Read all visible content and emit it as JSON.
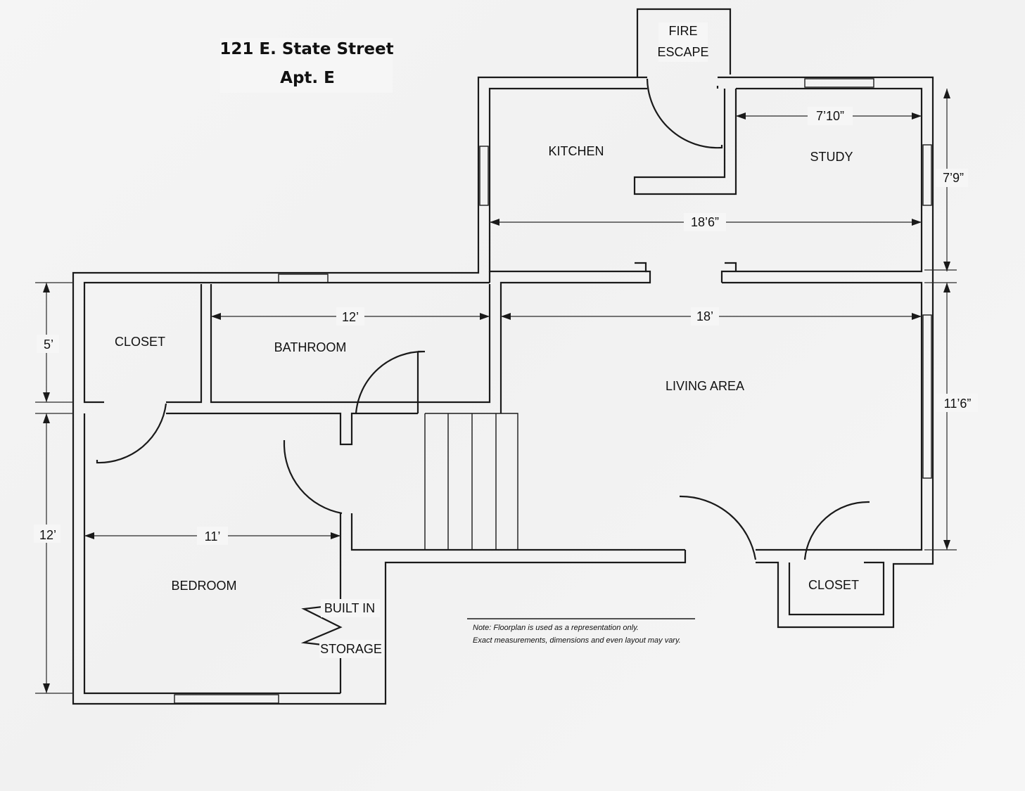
{
  "title": {
    "line1": "121 E. State Street",
    "line2": "Apt. E"
  },
  "rooms": {
    "fire_escape_1": "FIRE",
    "fire_escape_2": "ESCAPE",
    "kitchen": "KITCHEN",
    "study": "STUDY",
    "closet_top": "CLOSET",
    "bathroom": "BATHROOM",
    "living_area": "LIVING AREA",
    "bedroom": "BEDROOM",
    "built_in": "BUILT IN",
    "storage": "STORAGE",
    "closet_bottom": "CLOSET"
  },
  "dimensions": {
    "study_width": "7’10”",
    "study_depth": "7’9”",
    "kitchen_study_width": "18’6”",
    "bathroom_width": "12’",
    "living_width": "18’",
    "living_depth": "11’6”",
    "closet_depth": "5’",
    "bedroom_depth": "12’",
    "bedroom_width": "11’"
  },
  "note": {
    "line1": "Note:  Floorplan is used as a representation only.",
    "line2": "Exact measurements, dimensions and even layout may vary."
  }
}
